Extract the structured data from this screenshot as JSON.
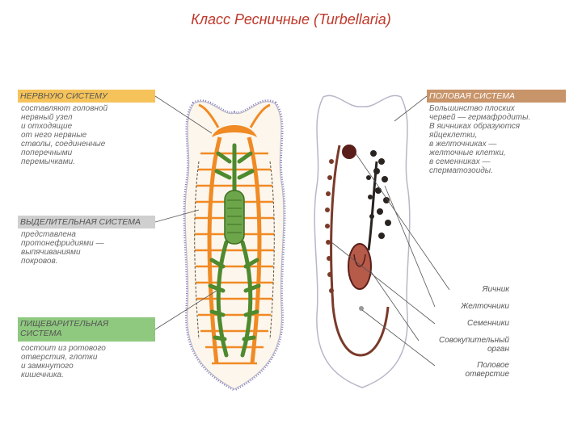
{
  "title": "Класс Ресничные (Turbellaria)",
  "left_panel": {
    "nervous": {
      "header": "НЕРВНУЮ СИСТЕМУ",
      "text": "составляют головной\nнервный узел\nи отходящие\nот него нервные\nстволы, соединенные\nпоперечными\nперемычками.",
      "color": "#f5c35a"
    },
    "excretory": {
      "header": "ВЫДЕЛИТЕЛЬНАЯ СИСТЕМА",
      "text": "представлена\nпротонефридиями —\nвыпячиваниями\nпокровов.",
      "color": "#cfcfcf"
    },
    "digestive": {
      "header": "ПИЩЕВАРИТЕЛЬНАЯ\nСИСТЕМА",
      "text": "состоит из ротового\nотверстия, глотки\nи замкнутого\nкишечника.",
      "color": "#8fc97f"
    }
  },
  "right_panel": {
    "reproductive": {
      "header": "ПОЛОВАЯ СИСТЕМА",
      "text": "Большинство плоских\nчервей — гермафродиты.\nВ яичниках образуются\nяйцеклетки,\nв желточниках —\nжелточные клетки,\nв семенниках —\nсперматозоиды.",
      "color": "#c8946a"
    },
    "labels": [
      "Яичник",
      "Желточники",
      "Семенники",
      "Совокупительный\nорган",
      "Половое\nотверстие"
    ]
  }
}
